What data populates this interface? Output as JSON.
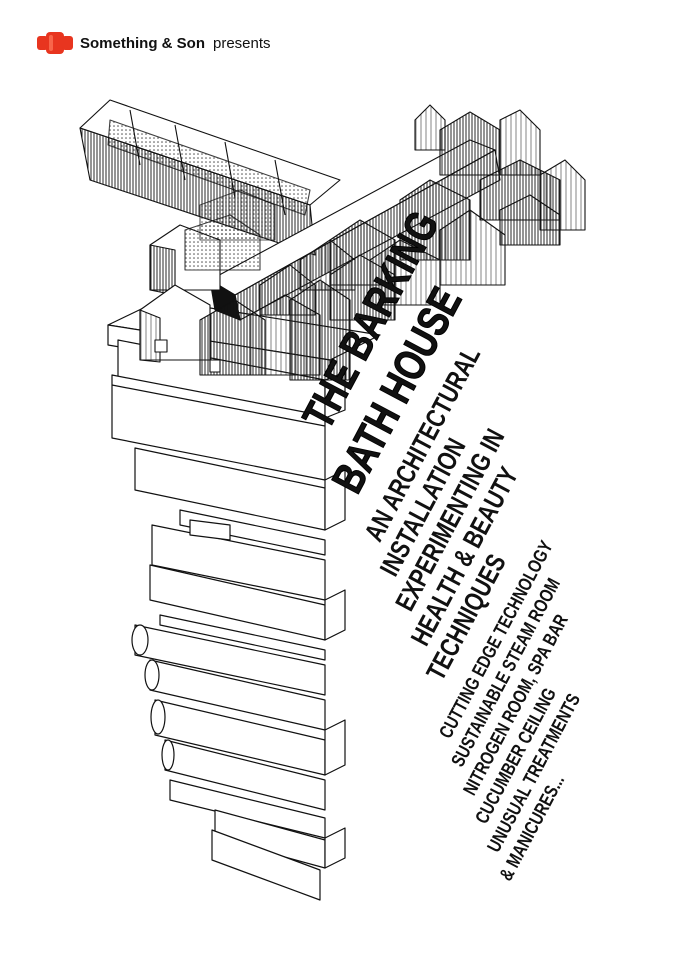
{
  "header": {
    "logo_icon": "red-tap-connector-icon",
    "brand": "Something & Son",
    "presents": "presents",
    "accent_color": "#e8351f"
  },
  "poster": {
    "title_lines": [
      "THE BARKING",
      "BATH HOUSE"
    ],
    "subtitle_lines": [
      "AN ARCHITECTURAL",
      "INSTALLATION",
      "EXPERIMENTING IN",
      "HEALTH & BEAUTY",
      "TECHNIQUES"
    ],
    "feature_lines": [
      "CUTTING EDGE TECHNOLOGY",
      "SUSTAINABLE STEAM ROOM",
      "NITROGEN ROOM, SPA BAR",
      "CUCUMBER CEILING",
      "UNUSUAL TREATMENTS",
      "& MANICURES..."
    ]
  }
}
